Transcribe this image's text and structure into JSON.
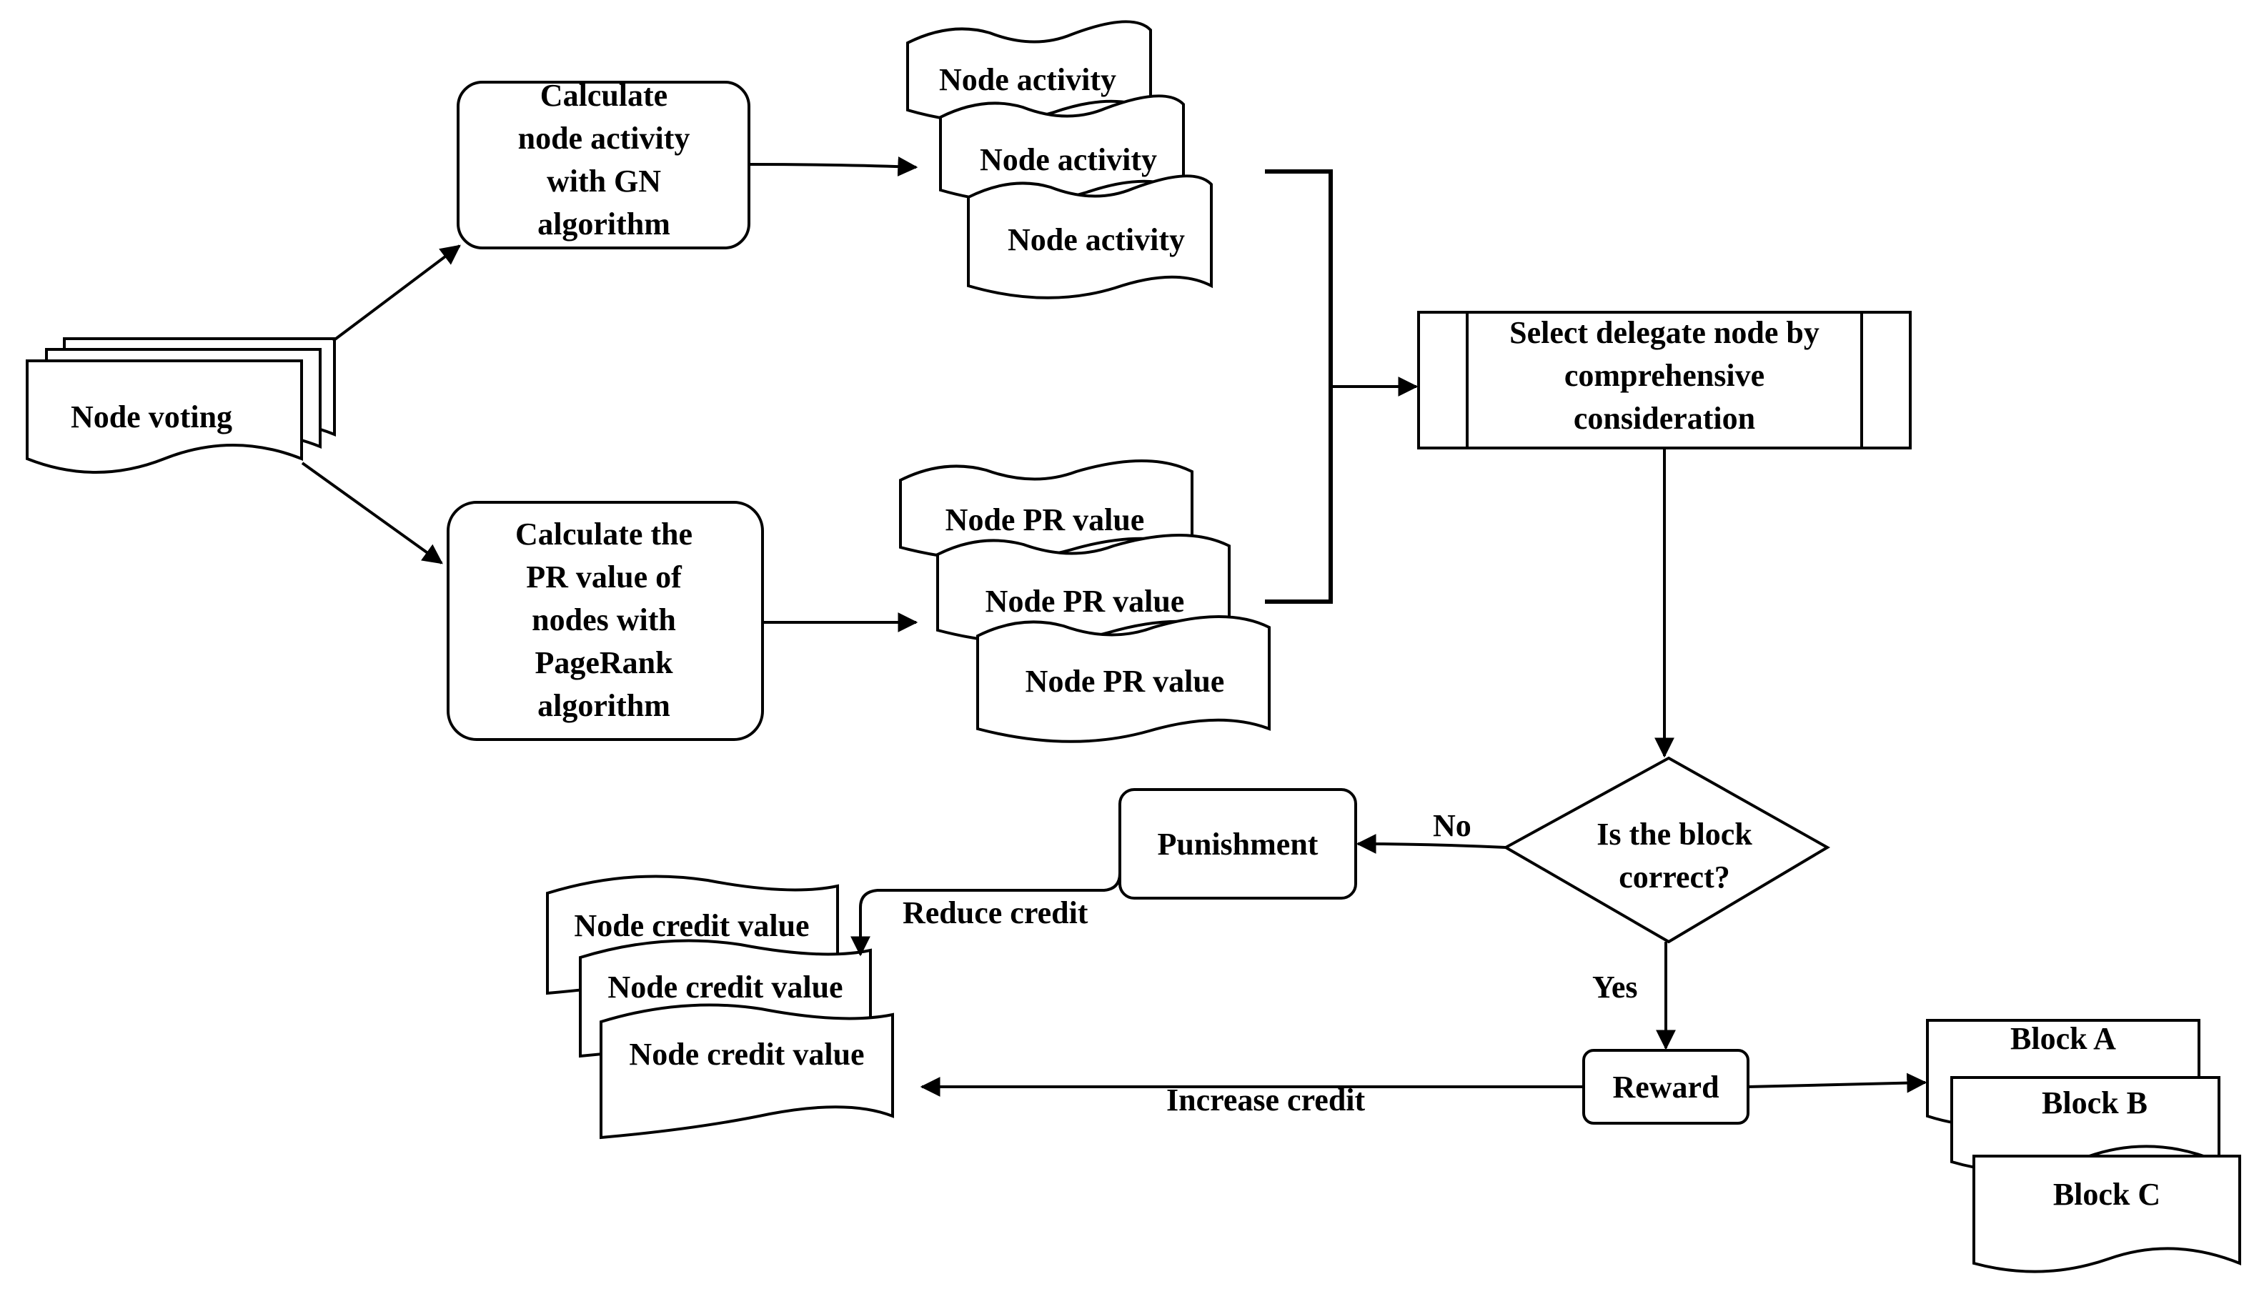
{
  "nodes": {
    "node_voting": "Node voting",
    "calc_activity": [
      "Calculate",
      "node activity",
      "with GN",
      "algorithm"
    ],
    "calc_pr": [
      "Calculate the",
      "PR value of",
      "nodes with",
      "PageRank",
      "algorithm"
    ],
    "node_activity": [
      "Node activity",
      "Node activity",
      "Node activity"
    ],
    "node_pr_value": [
      "Node PR value",
      "Node PR value",
      "Node PR value"
    ],
    "select_delegate": [
      "Select delegate node by",
      "comprehensive",
      "consideration"
    ],
    "decision": [
      "Is the block",
      "correct?"
    ],
    "punishment": "Punishment",
    "reward": "Reward",
    "node_credit_value": [
      "Node credit value",
      "Node credit value",
      "Node credit value"
    ],
    "blocks": [
      "Block A",
      "Block B",
      "Block C"
    ]
  },
  "edges": {
    "no": "No",
    "yes": "Yes",
    "reduce_credit": "Reduce credit",
    "increase_credit": "Increase credit"
  }
}
